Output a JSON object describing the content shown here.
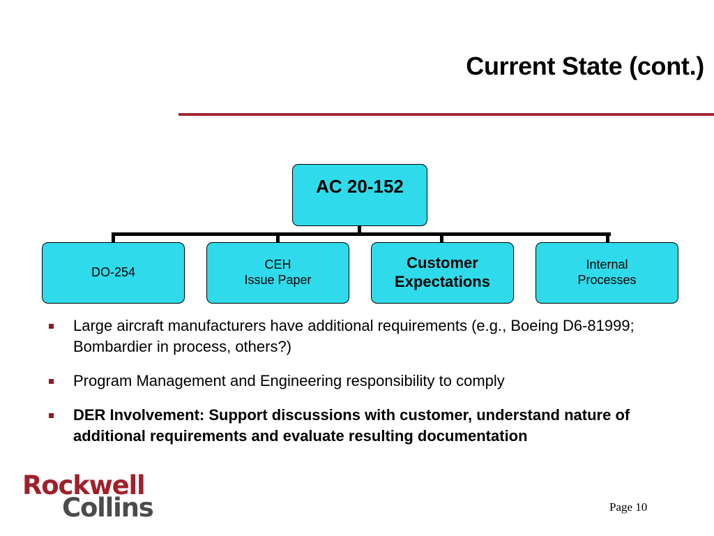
{
  "title": "Current State (cont.)",
  "colors": {
    "accent_rule": "#a02a32",
    "box_fill": "#2fdbea",
    "bullet_marker": "#8e1a24",
    "logo_top": "#a0202a",
    "logo_bottom": "#4b4b4d"
  },
  "diagram": {
    "root": {
      "label": "AC 20-152"
    },
    "children": [
      {
        "lines": [
          "DO-254"
        ],
        "bold": false
      },
      {
        "lines": [
          "CEH",
          "Issue Paper"
        ],
        "bold": false
      },
      {
        "lines": [
          "Customer",
          "Expectations"
        ],
        "bold": true
      },
      {
        "lines": [
          "Internal",
          "Processes"
        ],
        "bold": false
      }
    ]
  },
  "bullets": [
    {
      "text": "Large aircraft manufacturers have additional requirements (e.g., Boeing D6-81999; Bombardier in process, others?)",
      "bold": false
    },
    {
      "text": "Program Management and Engineering responsibility to comply",
      "bold": false
    },
    {
      "text": "DER Involvement: Support discussions with customer, understand nature of additional requirements and evaluate resulting documentation",
      "bold": true
    }
  ],
  "logo": {
    "line1": "Rockwell",
    "line2": "Collins"
  },
  "footer": {
    "page_label": "Page 10"
  }
}
